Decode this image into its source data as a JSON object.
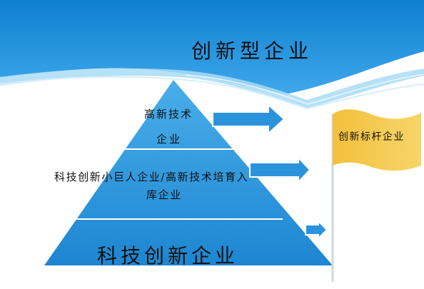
{
  "title": "创新型企业",
  "pyramid": {
    "tier1_line1": "高新技术",
    "tier1_line2": "企业",
    "tier2_line1": "科技创新小巨人企业/高新技术培育入",
    "tier2_line2": "库企业",
    "tier3": "科技创新企业"
  },
  "flag_label": "创新标杆企业",
  "colors": {
    "sky": "#1e8fd6",
    "pyramid_top": "#3aa0e2",
    "pyramid_bottom": "#1f8ad4",
    "flag": "#f5c84a",
    "arrow": "#2b93dc"
  }
}
